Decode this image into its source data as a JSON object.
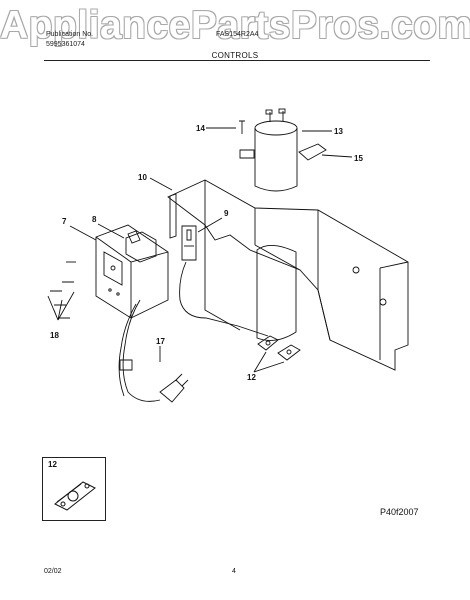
{
  "watermark": "AppliancePartsPros.com",
  "header": {
    "publication_label": "Publication No.",
    "publication_no": "5995361074",
    "model": "FAS154R2A4",
    "section_title": "CONTROLS"
  },
  "callouts": {
    "c14": "14",
    "c13": "13",
    "c15": "15",
    "c10": "10",
    "c7": "7",
    "c8": "8",
    "c9": "9",
    "c18": "18",
    "c17": "17",
    "c12": "12",
    "c12_inset": "12"
  },
  "figure_id": "P40f2007",
  "footer": {
    "date": "02/02",
    "page": "4"
  }
}
